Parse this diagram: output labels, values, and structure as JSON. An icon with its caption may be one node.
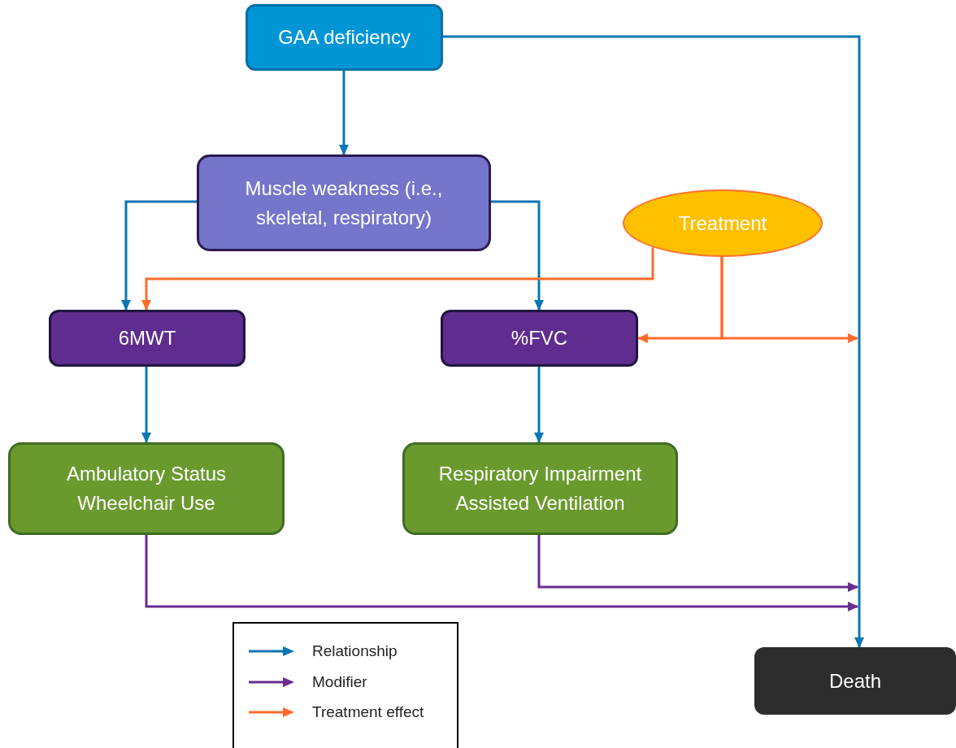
{
  "diagram": {
    "nodes": [
      {
        "text": [
          "GAA deficiency"
        ]
      },
      {
        "text": [
          "Muscle weakness (i.e., skeletal, respiratory)"
        ]
      },
      {
        "text": [
          "6MWT"
        ]
      },
      {
        "text": [
          "%FVC"
        ]
      },
      {
        "text": [
          "Ambulatory Status Wheelchair Use"
        ]
      },
      {
        "text": [
          "Respiratory Impairment Assisted Ventilation"
        ]
      },
      {
        "text": [
          "Treatment"
        ]
      },
      {
        "text": [
          "Death"
        ]
      }
    ],
    "edges": [
      {
        "from": 0,
        "to": 1,
        "arrow": "to"
      },
      {
        "from": 0,
        "to": 7,
        "arrow": "to"
      },
      {
        "from": 1,
        "to": 2,
        "arrow": "to"
      },
      {
        "from": 1,
        "to": 3,
        "arrow": "to"
      },
      {
        "from": 6,
        "to": 2,
        "arrow": "to",
        "color": "#ff6b2c"
      },
      {
        "from": 6,
        "to": 3,
        "arrow": "to",
        "color": "#ff6b2c"
      },
      {
        "from": 6,
        "to": null,
        "arrow": "to",
        "color": "#ff6b2c"
      },
      {
        "from": 2,
        "to": 4,
        "arrow": "to"
      },
      {
        "from": 3,
        "to": 5,
        "arrow": "to"
      },
      {
        "from": 5,
        "to": null,
        "arrow": "to",
        "color": "#6a2c91"
      },
      {
        "from": 4,
        "to": null,
        "arrow": "to",
        "color": "#6a2c91"
      }
    ],
    "legend": [
      {
        "text": "Relationship"
      },
      {
        "text": "Modifier"
      },
      {
        "text": "Treatment effect"
      }
    ]
  }
}
